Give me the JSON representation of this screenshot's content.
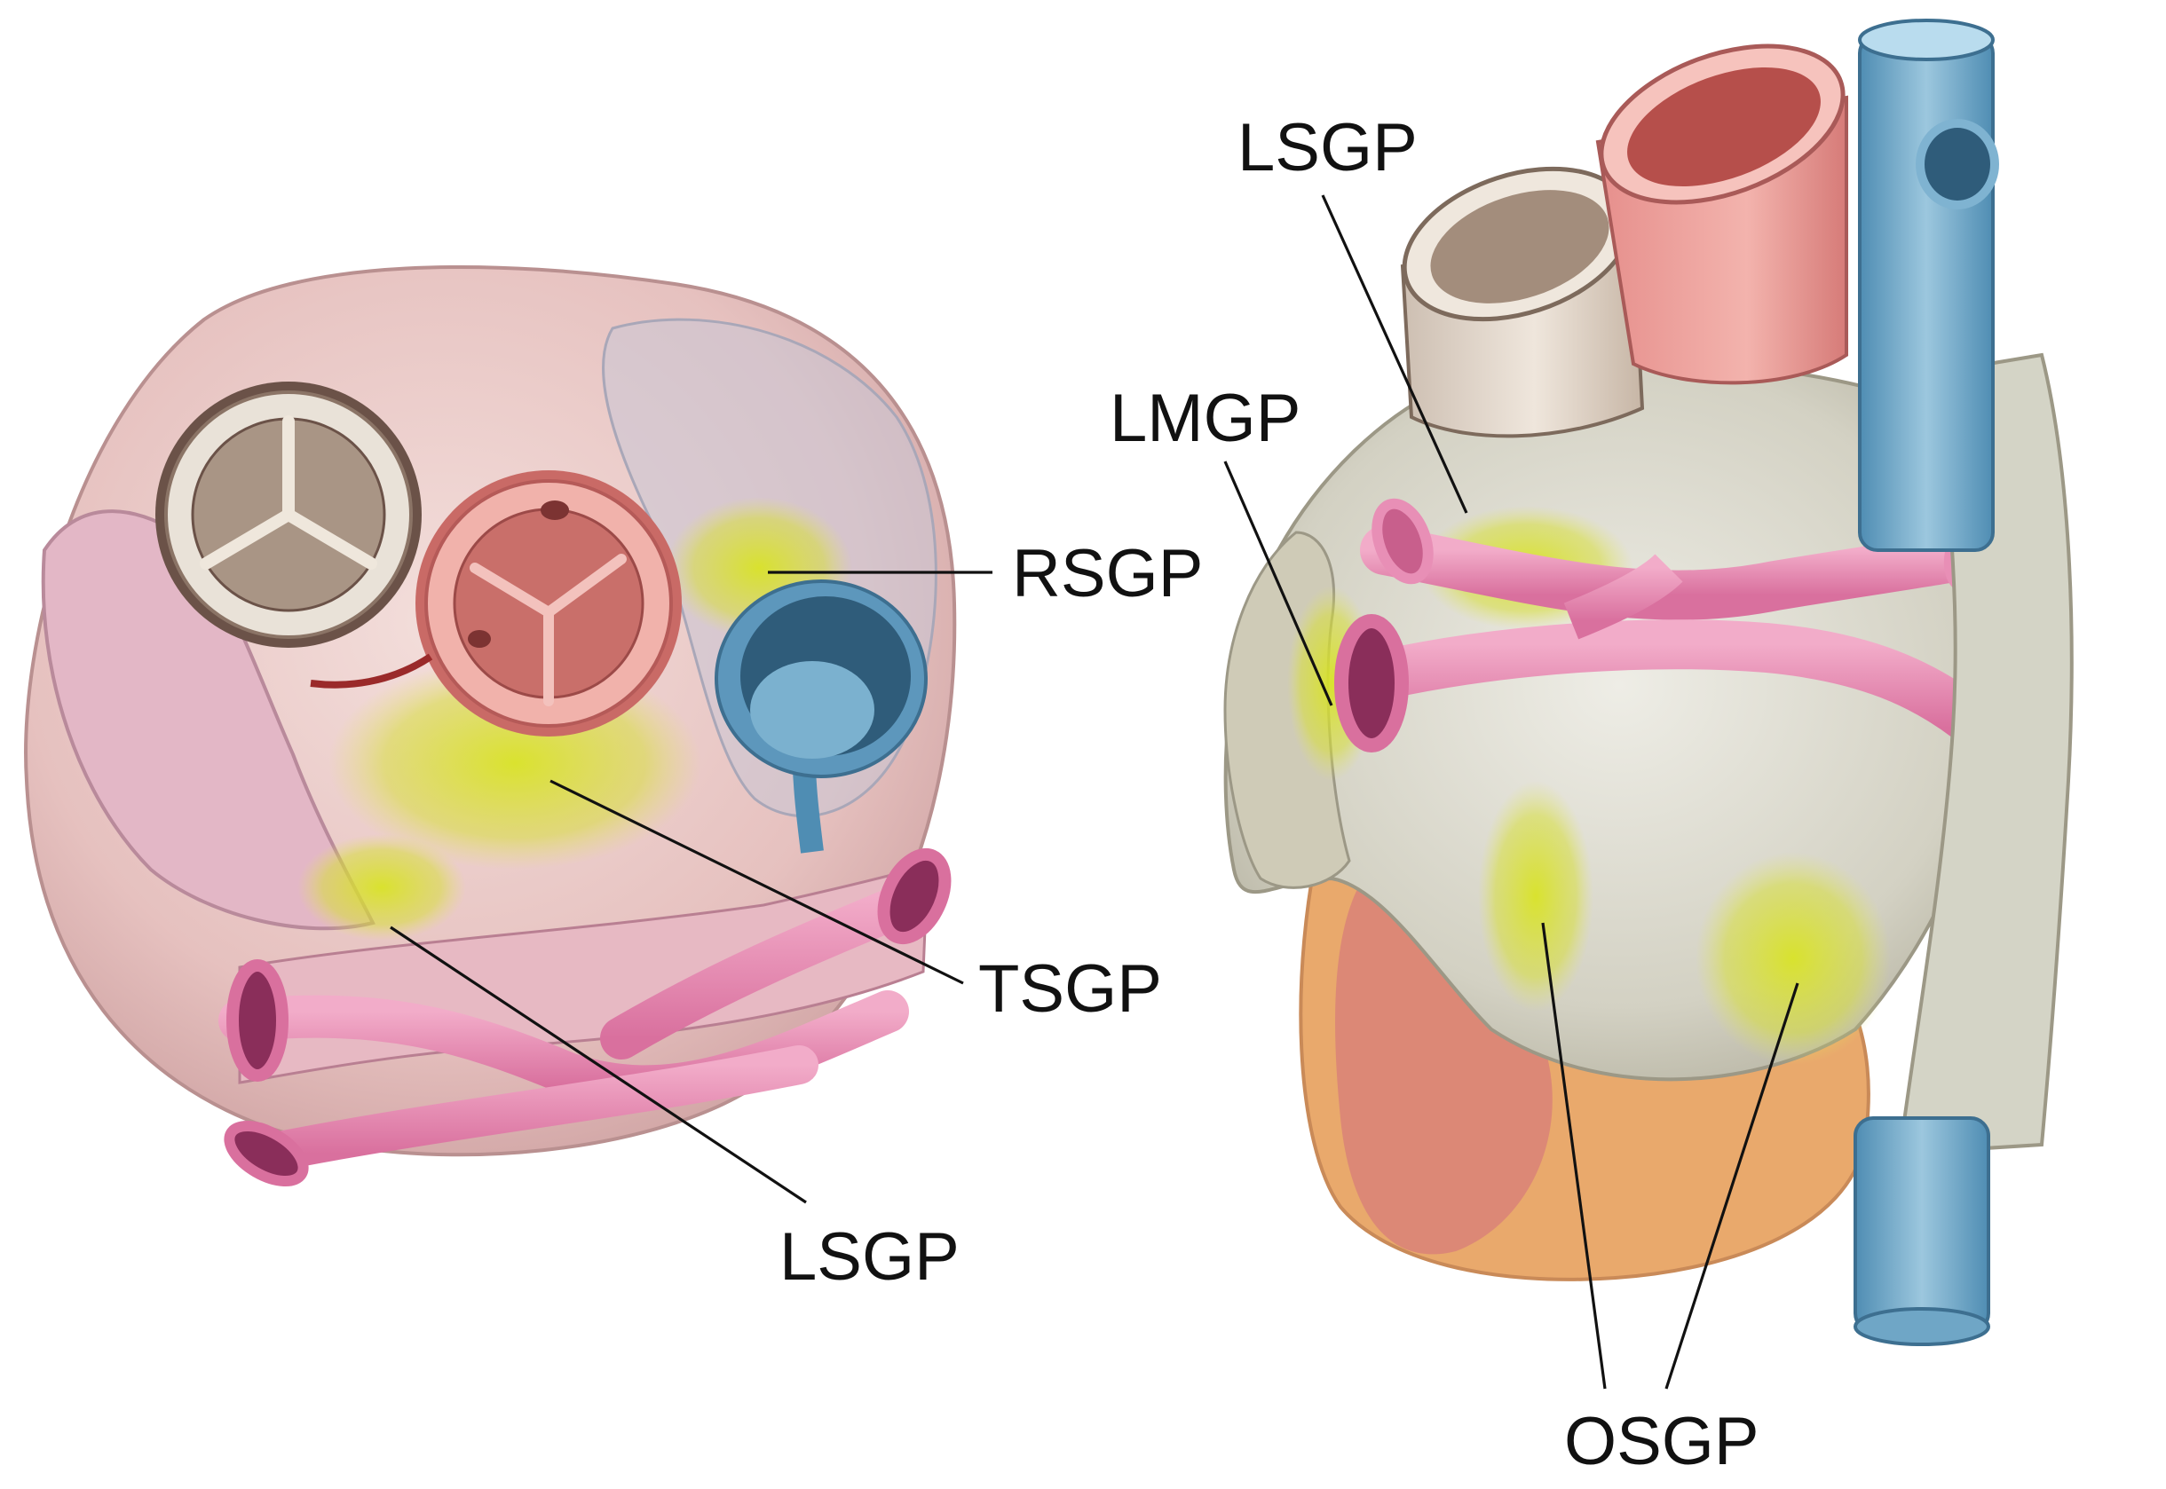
{
  "labels": {
    "left_rsgp": "RSGP",
    "left_tsgp": "TSGP",
    "left_lsgp": "LSGP",
    "right_lsgp": "LSGP",
    "right_lmgp": "LMGP",
    "right_osgp": "OSGP"
  },
  "colors": {
    "heart_tissue": "#e9c7c4",
    "atrium_gray": "#d7d5c8",
    "pulmonary_vein_pink": "#e88fb6",
    "vessel_blue": "#6fa6c6",
    "aorta_red": "#d46a6a",
    "ganglion_yellow": "#d8e22a",
    "myocardium_orange": "#e8ad6a",
    "leader_line": "#111111"
  }
}
